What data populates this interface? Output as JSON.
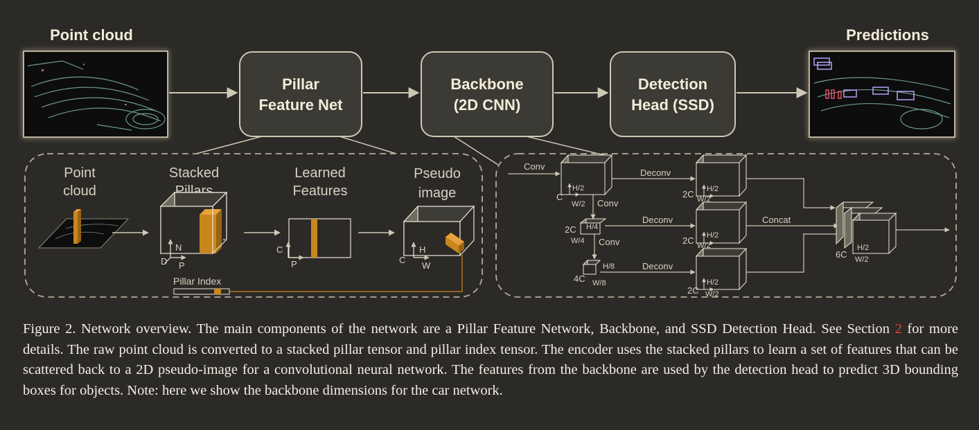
{
  "pipeline": {
    "input_label": "Point cloud",
    "output_label": "Predictions",
    "stages": [
      {
        "line1": "Pillar",
        "line2": "Feature Net"
      },
      {
        "line1": "Backbone",
        "line2": "(2D CNN)"
      },
      {
        "line1": "Detection",
        "line2": "Head (SSD)"
      }
    ]
  },
  "pillar_detail": {
    "headings": {
      "point_cloud": [
        "Point",
        "cloud"
      ],
      "stacked": [
        "Stacked",
        "Pillars"
      ],
      "learned": [
        "Learned",
        "Features"
      ],
      "pseudo": [
        "Pseudo",
        "image"
      ]
    },
    "axis": {
      "D": "D",
      "N": "N",
      "P": "P",
      "C": "C",
      "H": "H",
      "W": "W"
    },
    "pillar_index": "Pillar Index"
  },
  "backbone_detail": {
    "conv": "Conv",
    "deconv": "Deconv",
    "concat": "Concat",
    "block1": {
      "c": "C",
      "h": "H/2",
      "w": "W/2"
    },
    "block2": {
      "c": "2C",
      "h": "H/4",
      "w": "W/4"
    },
    "block3": {
      "c": "4C",
      "h": "H/8",
      "w": "W/8"
    },
    "up": {
      "c": "2C",
      "h": "H/2",
      "w": "W/2"
    },
    "out": {
      "c": "6C",
      "h": "H/2",
      "w": "W/2"
    }
  },
  "colors": {
    "background": "#2b2a27",
    "accent": "#c9861d",
    "line": "#cfc8b4",
    "box": "#3b3a34"
  },
  "caption": {
    "prefix": "Figure 2. Network overview. The main components of the network are a Pillar Feature Network, Backbone, and SSD Detection Head. See Section ",
    "ref": "2",
    "suffix": " for more details. The raw point cloud is converted to a stacked pillar tensor and pillar index tensor. The encoder uses the stacked pillars to learn a set of features that can be scattered back to a 2D pseudo-image for a convolutional neural network. The features from the backbone are used by the detection head to predict 3D bounding boxes for objects. Note: here we show the backbone dimensions for the car network."
  }
}
